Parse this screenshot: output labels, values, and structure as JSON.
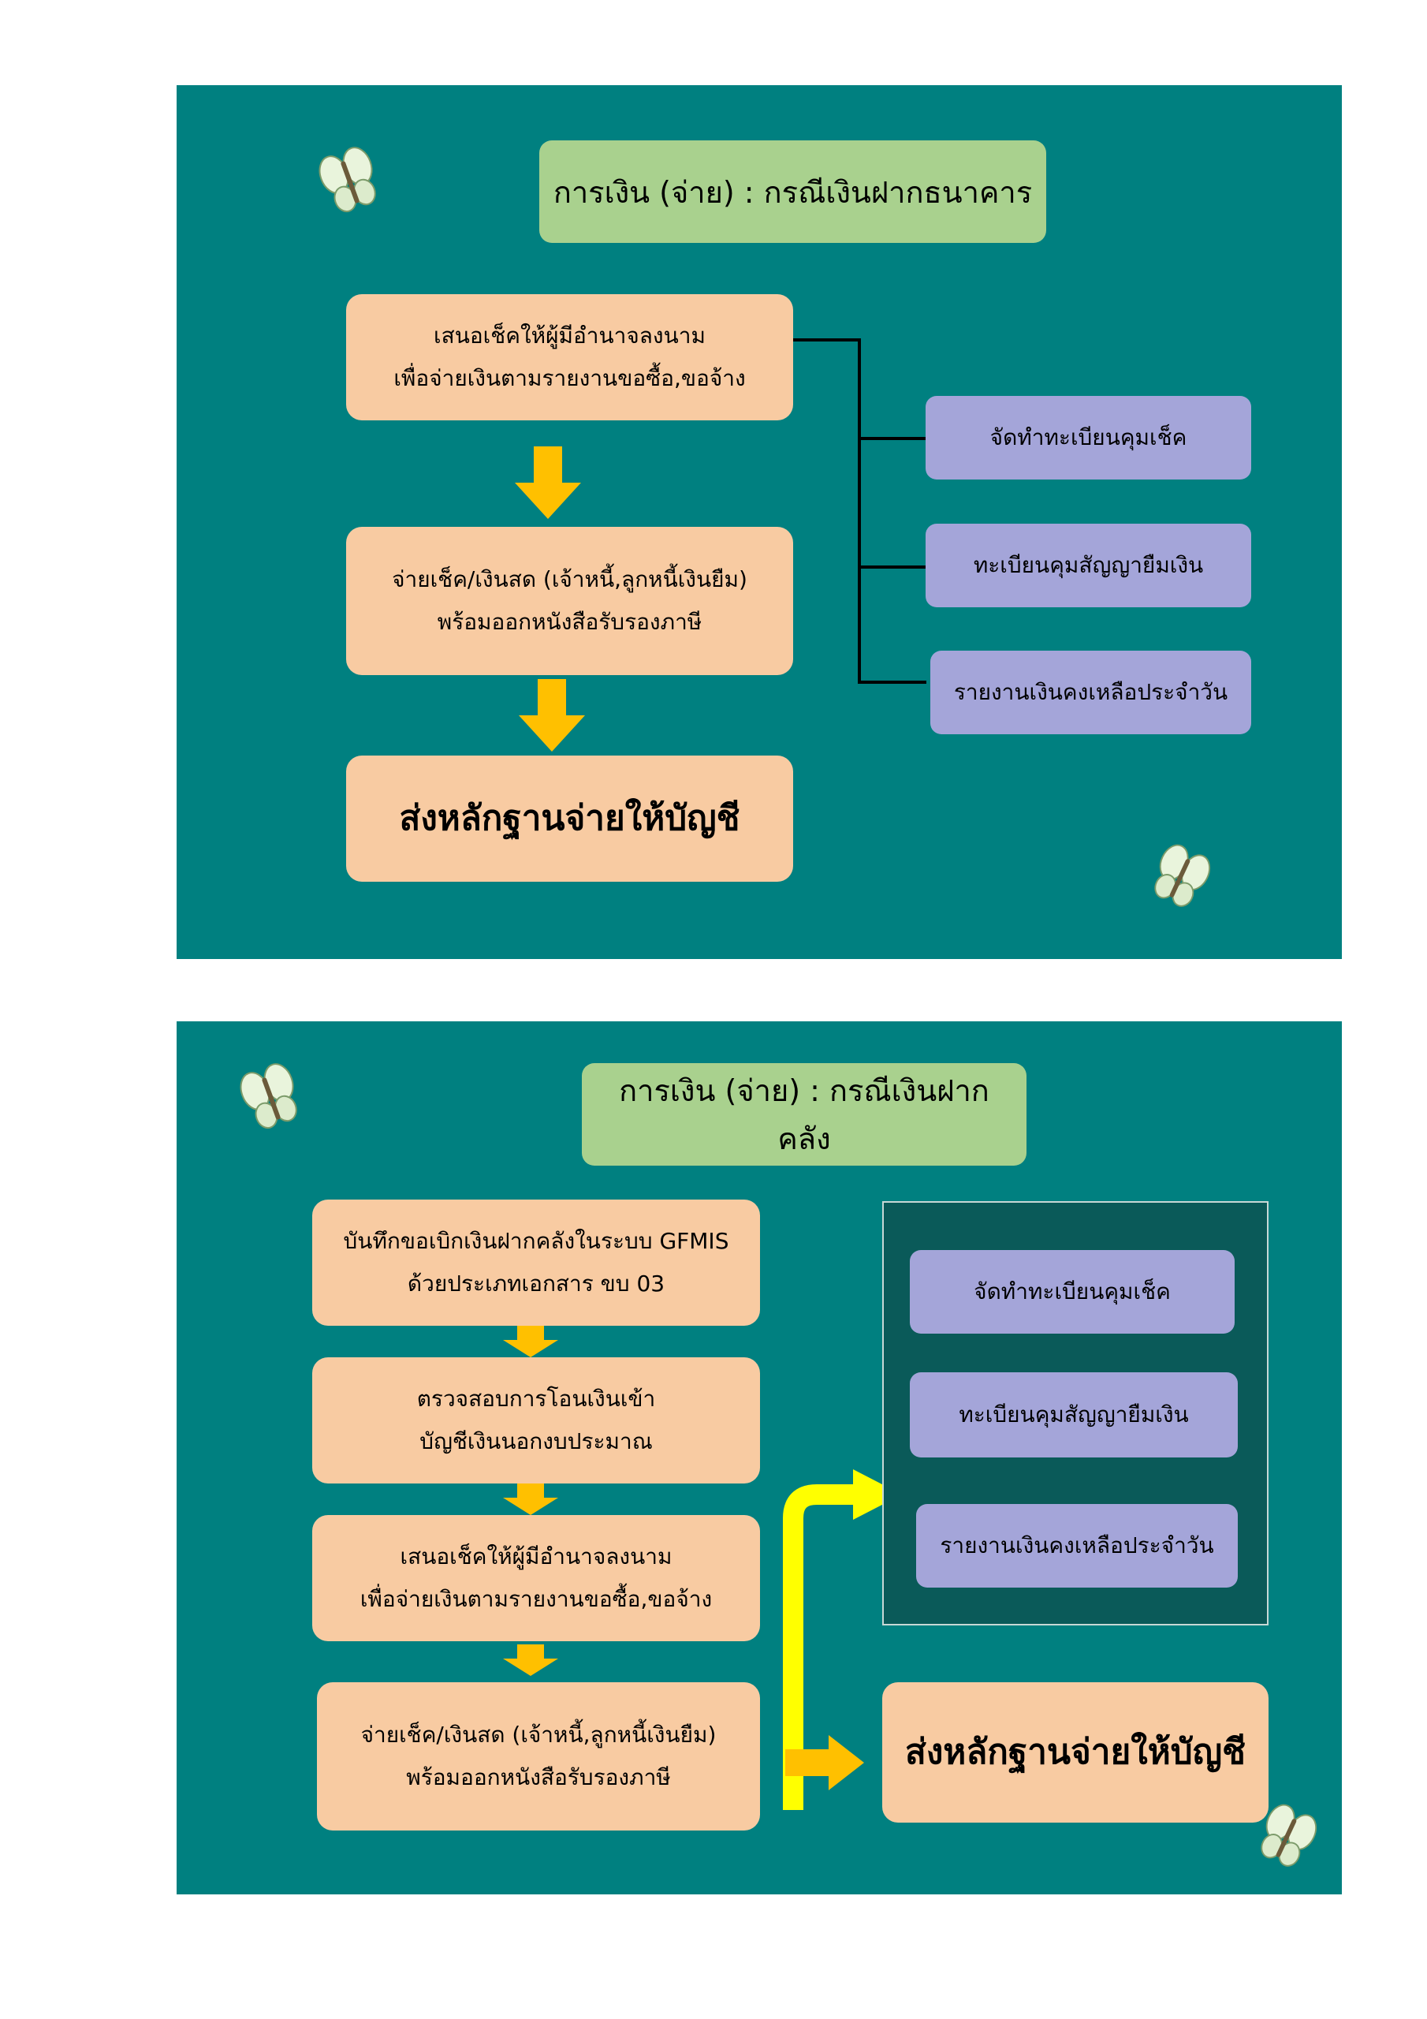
{
  "slide1": {
    "title": "การเงิน (จ่าย) : กรณีเงินฝากธนาคาร",
    "step1": [
      "เสนอเช็คให้ผู้มีอำนาจลงนาม",
      "เพื่อจ่ายเงินตามรายงานขอซื้อ,ขอจ้าง"
    ],
    "step2": [
      "จ่ายเช็ค/เงินสด (เจ้าหนี้,ลูกหนี้เงินยืม)",
      "พร้อมออกหนังสือรับรองภาษี"
    ],
    "step3": "ส่งหลักฐานจ่ายให้บัญชี",
    "registers": [
      "จัดทำทะเบียนคุมเช็ค",
      "ทะเบียนคุมสัญญายืมเงิน",
      "รายงานเงินคงเหลือประจำวัน"
    ]
  },
  "slide2": {
    "title": "การเงิน (จ่าย) : กรณีเงินฝากคลัง",
    "step1": [
      "บันทึกขอเบิกเงินฝากคลังในระบบ GFMIS",
      "ด้วยประเภทเอกสาร ขบ 03"
    ],
    "step2": [
      "ตรวจสอบการโอนเงินเข้า",
      "บัญชีเงินนอกงบประมาณ"
    ],
    "step3": [
      "เสนอเช็คให้ผู้มีอำนาจลงนาม",
      "เพื่อจ่ายเงินตามรายงานขอซื้อ,ขอจ้าง"
    ],
    "step4": [
      "จ่ายเช็ค/เงินสด (เจ้าหนี้,ลูกหนี้เงินยืม)",
      "พร้อมออกหนังสือรับรองภาษี"
    ],
    "final": "ส่งหลักฐานจ่ายให้บัญชี",
    "registers": [
      "จัดทำทะเบียนคุมเช็ค",
      "ทะเบียนคุมสัญญายืมเงิน",
      "รายงานเงินคงเหลือประจำวัน"
    ]
  },
  "colors": {
    "slide_bg": "#008080",
    "title_box": "#a9d18e",
    "step_box": "#f8cba2",
    "register_box": "#a4a5d9",
    "arrow_orange": "#ffc000",
    "arrow_yellow": "#ffff00",
    "panel_bg": "#0a5a59"
  }
}
